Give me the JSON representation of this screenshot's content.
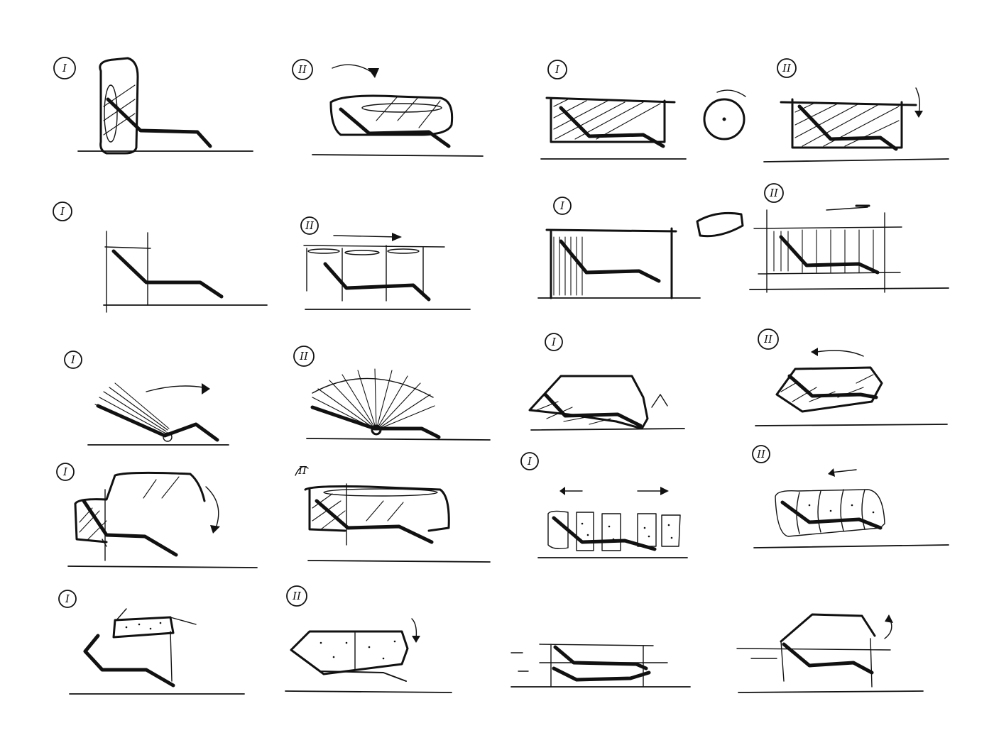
{
  "sheet": {
    "ink_color": "#111111",
    "paper_color": "#ffffff",
    "panels": [
      {
        "id": "r1c1",
        "label": "I",
        "concept": "upright-wall-recline",
        "motion_icon": "none"
      },
      {
        "id": "r1c2",
        "label": "II",
        "concept": "canopy-recline",
        "motion_icon": "arrow-icon"
      },
      {
        "id": "r1c3",
        "label": "I",
        "concept": "box-frame-recline",
        "motion_icon": "rotate-icon"
      },
      {
        "id": "r1c4",
        "label": "II",
        "concept": "hatched-box-recline",
        "motion_icon": "flip-arrow-icon"
      },
      {
        "id": "r2c1",
        "label": "I",
        "concept": "frame-recline",
        "motion_icon": "none"
      },
      {
        "id": "r2c2",
        "label": "II",
        "concept": "modular-panels-recline",
        "motion_icon": "arrow-icon"
      },
      {
        "id": "r2c3",
        "label": "I",
        "concept": "table-frame-recline",
        "motion_icon": "ring-icon"
      },
      {
        "id": "r2c4",
        "label": "II",
        "concept": "slatted-frame-recline",
        "motion_icon": "dash-icon"
      },
      {
        "id": "r3c1",
        "label": "I",
        "concept": "folding-fan-recline",
        "motion_icon": "arrow-icon"
      },
      {
        "id": "r3c2",
        "label": "II",
        "concept": "open-fan-recline",
        "motion_icon": "none"
      },
      {
        "id": "r3c3",
        "label": "I",
        "concept": "hexagon-shell-recline",
        "motion_icon": "arrow-icon"
      },
      {
        "id": "r3c4",
        "label": "II",
        "concept": "hexagon-tray-recline",
        "motion_icon": "arrow-icon"
      },
      {
        "id": "r4c1",
        "label": "I",
        "concept": "car-shell-recline",
        "motion_icon": "curved-arrow-icon"
      },
      {
        "id": "r4c2",
        "label": "II",
        "concept": "capsule-recline",
        "motion_icon": "none"
      },
      {
        "id": "r4c3",
        "label": "I",
        "concept": "cylinder-segments-recline",
        "motion_icon": "double-arrow-icon"
      },
      {
        "id": "r4c4",
        "label": "II",
        "concept": "cylinder-roll-recline",
        "motion_icon": "arrow-icon"
      },
      {
        "id": "r5c1",
        "label": "I",
        "concept": "cushion-roof-recline",
        "motion_icon": "none"
      },
      {
        "id": "r5c2",
        "label": "II",
        "concept": "cushion-block-recline",
        "motion_icon": "arrow-icon"
      },
      {
        "id": "r5c3",
        "label": "",
        "concept": "sliding-frame-recline",
        "motion_icon": "none"
      },
      {
        "id": "r5c4",
        "label": "",
        "concept": "hexagon-frame-recline",
        "motion_icon": "curved-arrow-icon"
      }
    ]
  }
}
